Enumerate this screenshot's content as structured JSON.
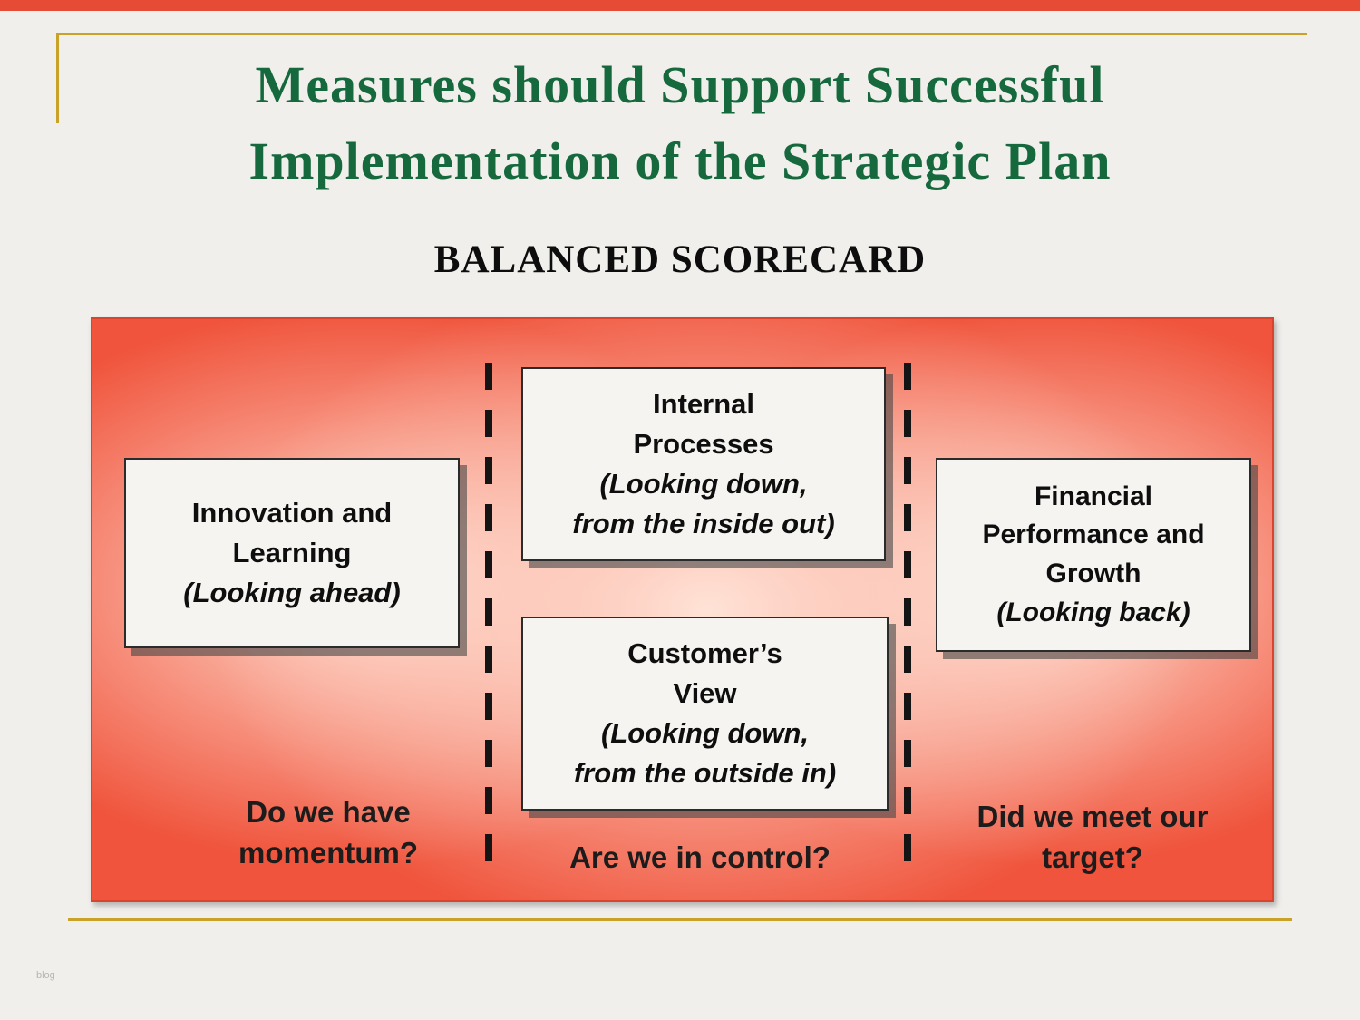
{
  "slide": {
    "title_line1": "Measures should Support Successful",
    "title_line2": "Implementation of the Strategic Plan",
    "subtitle": "BALANCED SCORECARD",
    "watermark": "blog"
  },
  "boxes": {
    "innovation": {
      "line1": "Innovation and",
      "line2": "Learning",
      "sub1": "(Looking ahead)"
    },
    "internal": {
      "line1": "Internal",
      "line2": "Processes",
      "sub1": "(Looking down,",
      "sub2": "from the inside out)"
    },
    "customer": {
      "line1": "Customer’s",
      "line2": "View",
      "sub1": "(Looking down,",
      "sub2": "from the outside in)"
    },
    "financial": {
      "line1": "Financial",
      "line2": "Performance and",
      "line3": "Growth",
      "sub1": "(Looking back)"
    }
  },
  "questions": {
    "momentum": "Do we have momentum?",
    "control": "Are we in control?",
    "target": "Did we meet our target?"
  },
  "colors": {
    "title_green": "#15693d",
    "accent_gold": "#c9a227",
    "panel_red": "#f0543c",
    "top_strip_red": "#e64c35",
    "box_background": "#f6f4f1"
  }
}
